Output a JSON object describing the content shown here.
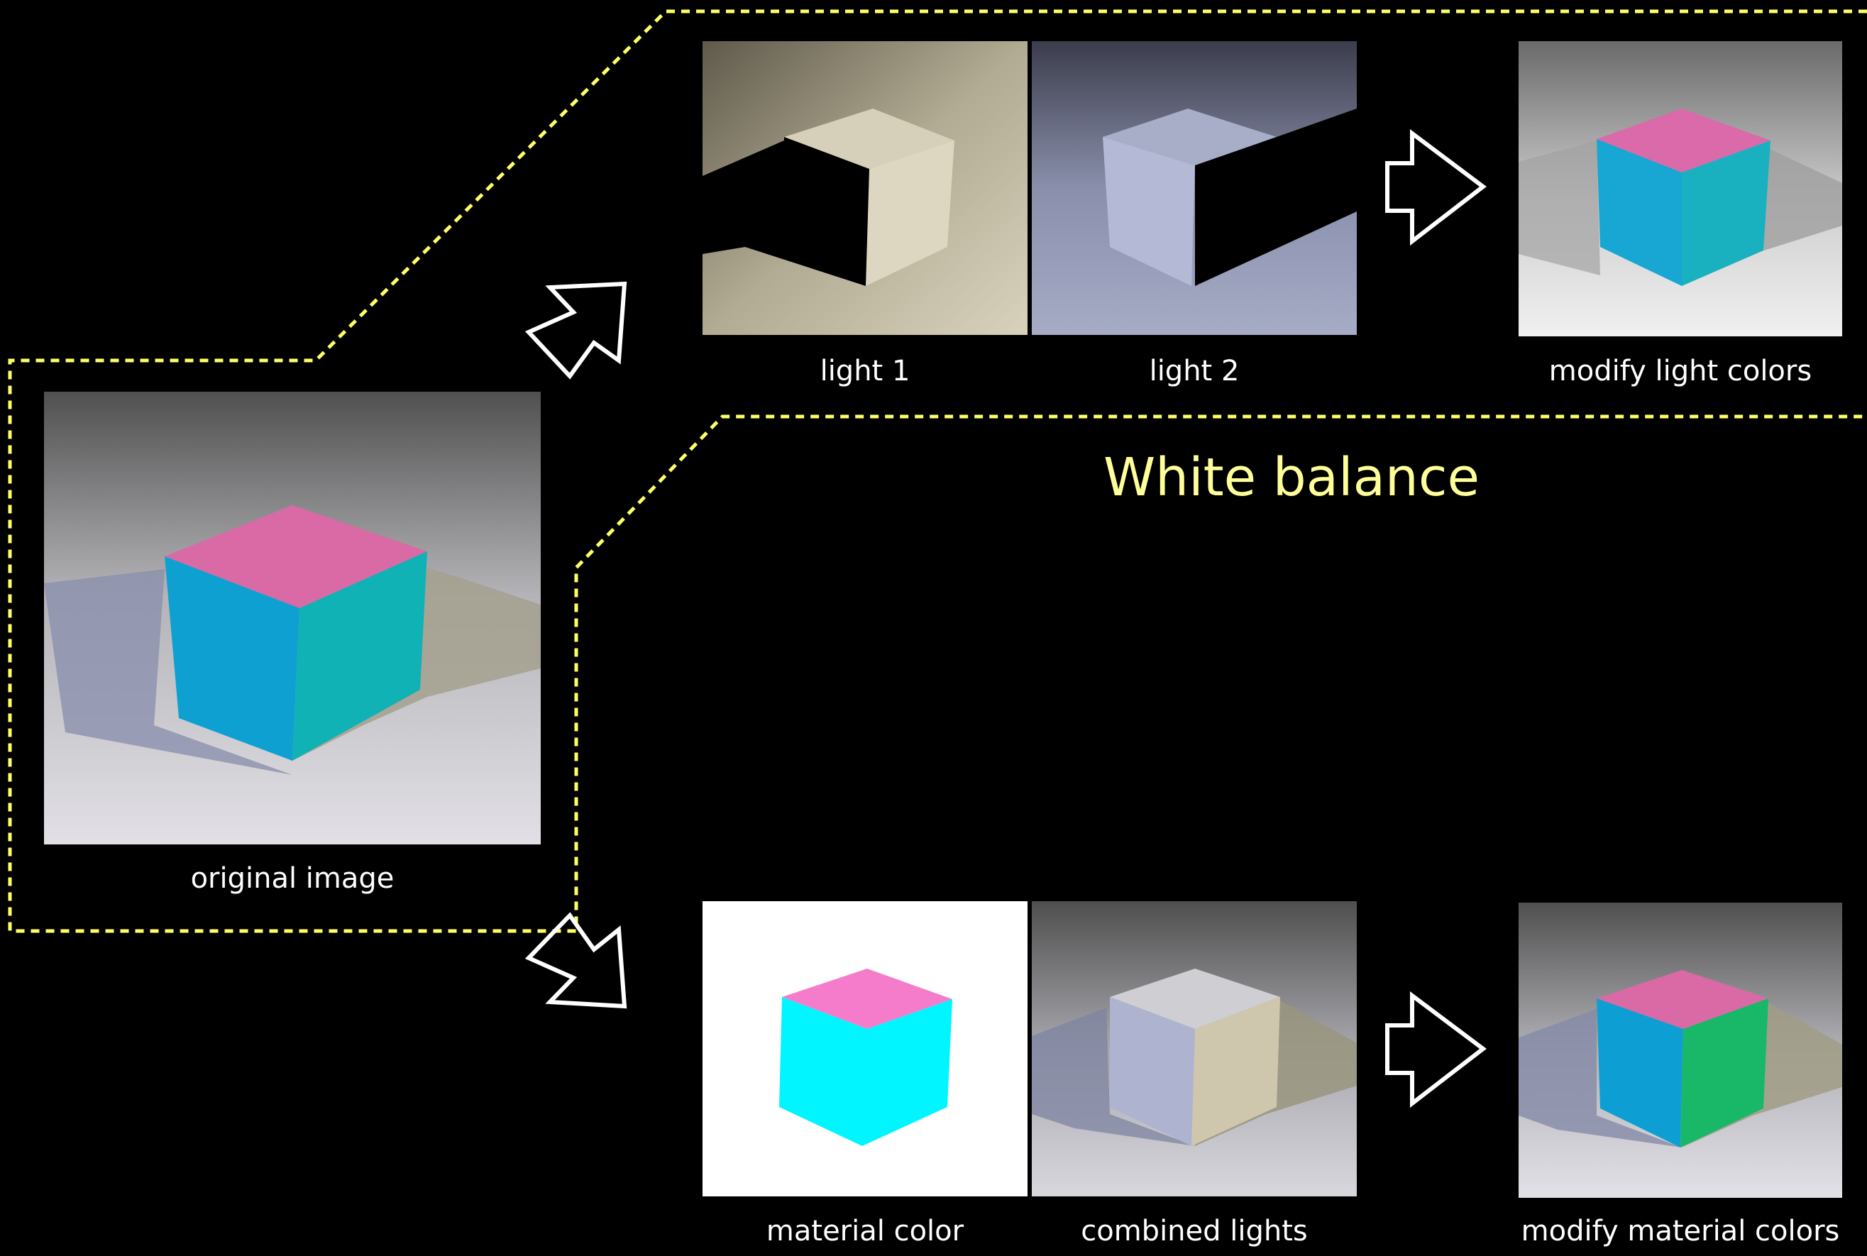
{
  "title": "White balance",
  "captions": {
    "original": "original image",
    "light1": "light 1",
    "light2": "light 2",
    "modify_light": "modify light colors",
    "material": "material color",
    "combined": "combined lights",
    "modify_material": "modify material colors"
  },
  "colors": {
    "background": "#000000",
    "dashed_line": "#ffff66",
    "title_text": "#ffff99",
    "caption_text": "#ffffff",
    "cube_top": "#d96aa6",
    "cube_left": "#0fa0d2",
    "cube_right": "#10b2b6",
    "material_top": "#f47ccb",
    "material_side": "#00f5ff",
    "modified_right": "#18b868"
  }
}
